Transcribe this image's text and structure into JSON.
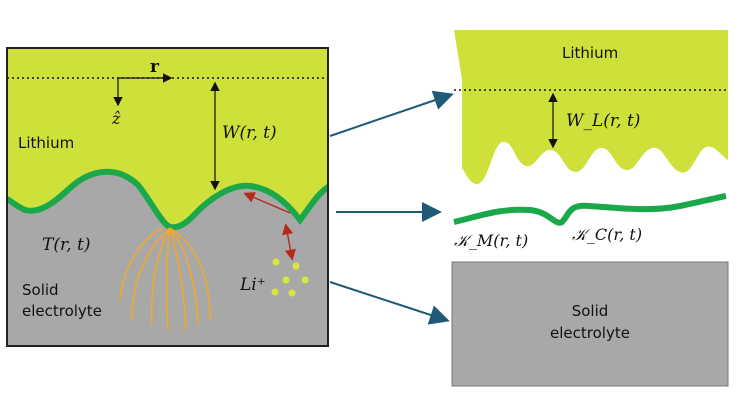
{
  "left_panel": {
    "axis_r": "r",
    "axis_z": "ẑ",
    "lithium_label": "Lithium",
    "width_label": "W(r, t)",
    "temperature_label": "T(r, t)",
    "solid_label_line1": "Solid",
    "solid_label_line2": "electrolyte",
    "ion_label": "Li⁺"
  },
  "right_panel": {
    "lithium_label": "Lithium",
    "width_label": "W_L(r, t)",
    "kappa_m_label": "𝒦_M(r, t)",
    "kappa_c_label": "𝒦_C(r, t)",
    "solid_label_line1": "Solid",
    "solid_label_line2": "electrolyte"
  },
  "colors": {
    "lithium": "#cfe03a",
    "interface": "#1aa84a",
    "solid": "#a8a8a8",
    "arrow_blue": "#1f5b78",
    "current_lines": "#f0a92a",
    "ions": "#d8e83a",
    "red_arrow": "#b52a1d"
  }
}
